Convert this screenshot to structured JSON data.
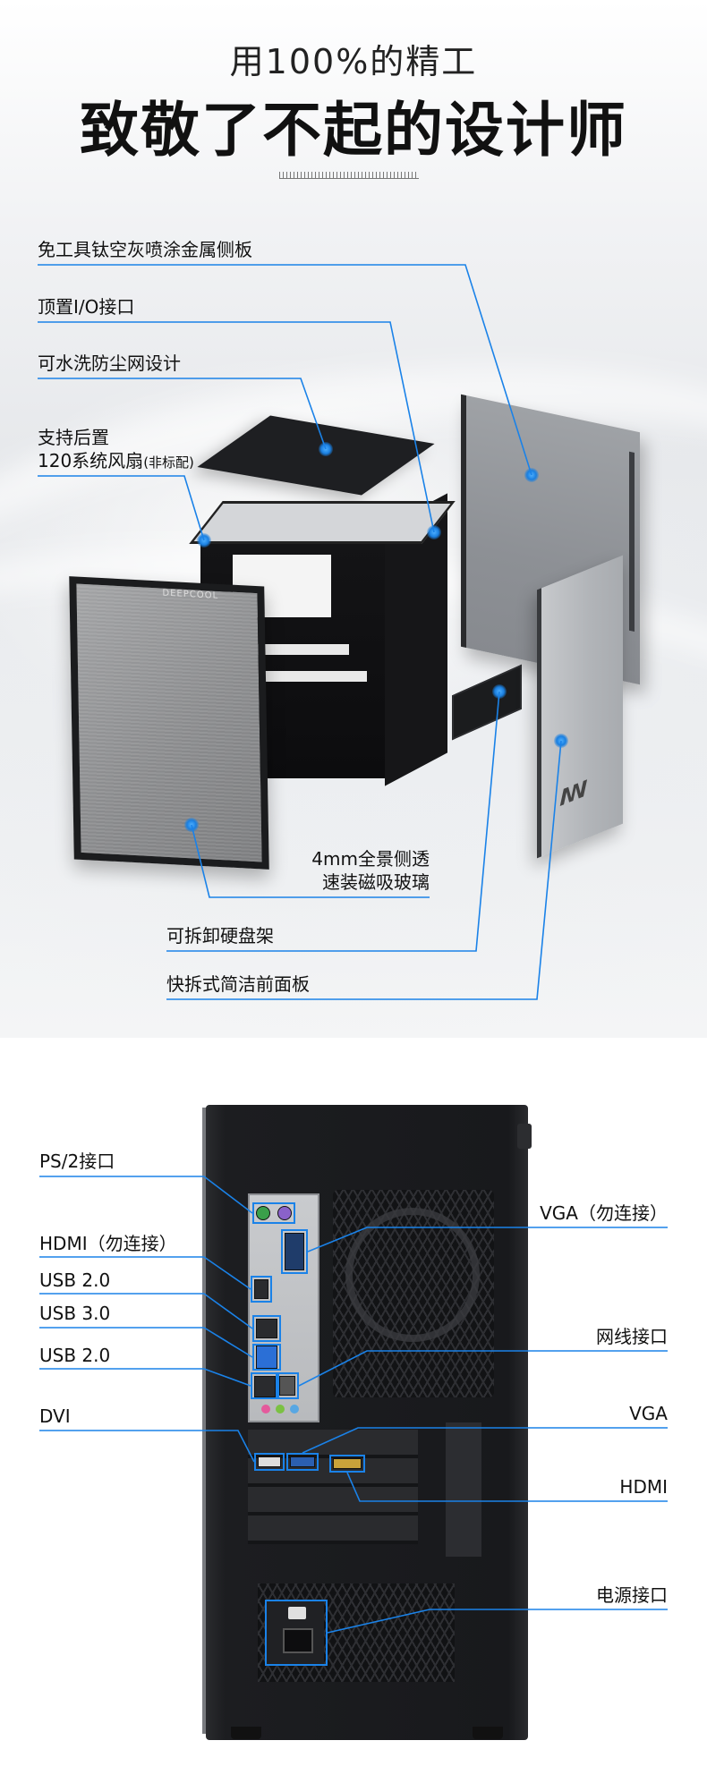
{
  "header": {
    "subtitle": "用100%的精工",
    "title": "致敬了不起的设计师"
  },
  "exploded_labels": {
    "side_panel": "免工具钛空灰喷涂金属侧板",
    "top_io": "顶置I/O接口",
    "dust_filter": "可水洗防尘网设计",
    "rear_fan_line1": "支持后置",
    "rear_fan_line2_main": "120系统风扇",
    "rear_fan_line2_note": "(非标配)",
    "glass_line1": "4mm全景侧透",
    "glass_line2": "速装磁吸玻璃",
    "hdd_cage": "可拆卸硬盘架",
    "front_panel": "快拆式简洁前面板",
    "glass_brand": "DEEPCOOL"
  },
  "rear_labels": {
    "ps2": "PS/2接口",
    "hdmi_io": "HDMI（勿连接）",
    "usb20_top": "USB 2.0",
    "usb30": "USB 3.0",
    "usb20_bottom": "USB 2.0",
    "dvi": "DVI",
    "vga_io": "VGA（勿连接）",
    "lan": "网线接口",
    "vga_gpu": "VGA",
    "hdmi_gpu": "HDMI",
    "power": "电源接口"
  },
  "colors": {
    "accent_line": "#1a82e8",
    "accent_dot": "#1a7fe0"
  }
}
